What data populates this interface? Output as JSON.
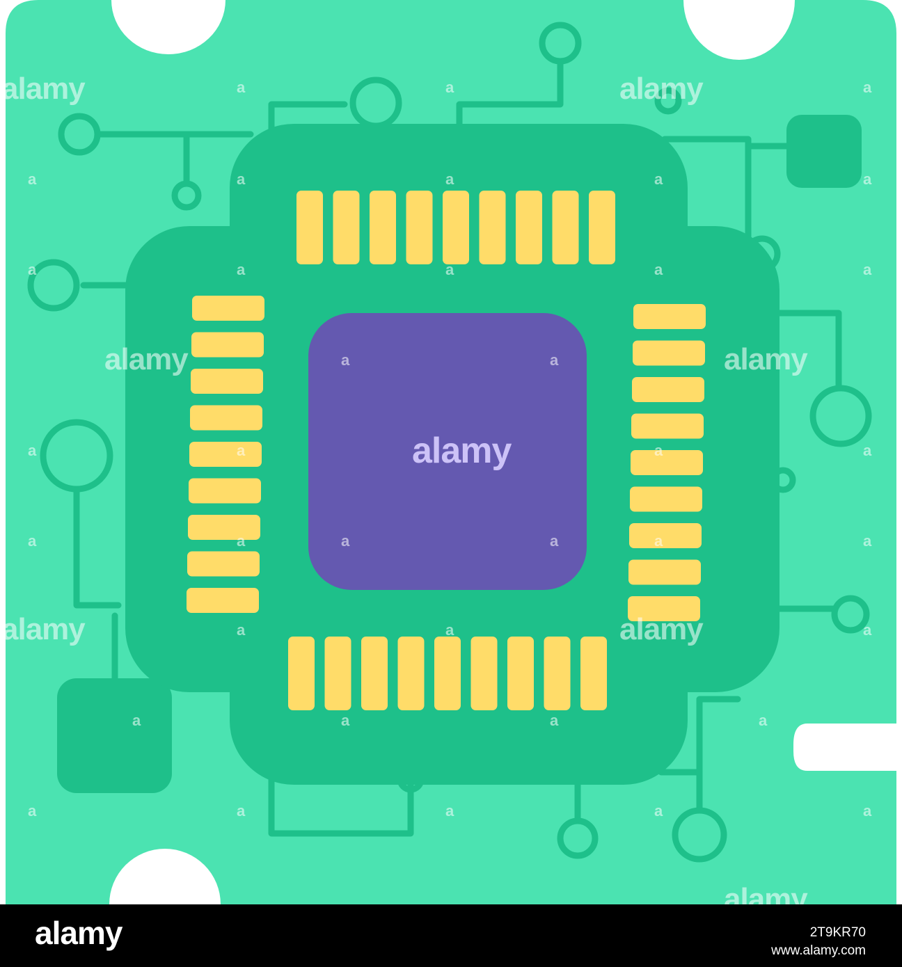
{
  "colors": {
    "board": "#4be3b1",
    "trace": "#1ec08a",
    "chip_body": "#1ec08a",
    "die": "#6459b0",
    "pins": "#ffdc69",
    "cutout": "#ffffff",
    "footer_bg": "#000000",
    "footer_text": "#ffffff"
  },
  "watermark": {
    "word": "alamy",
    "mark": "a"
  },
  "footer": {
    "logo": "alamy",
    "image_id": "2T9KR70",
    "url": "www.alamy.com"
  }
}
